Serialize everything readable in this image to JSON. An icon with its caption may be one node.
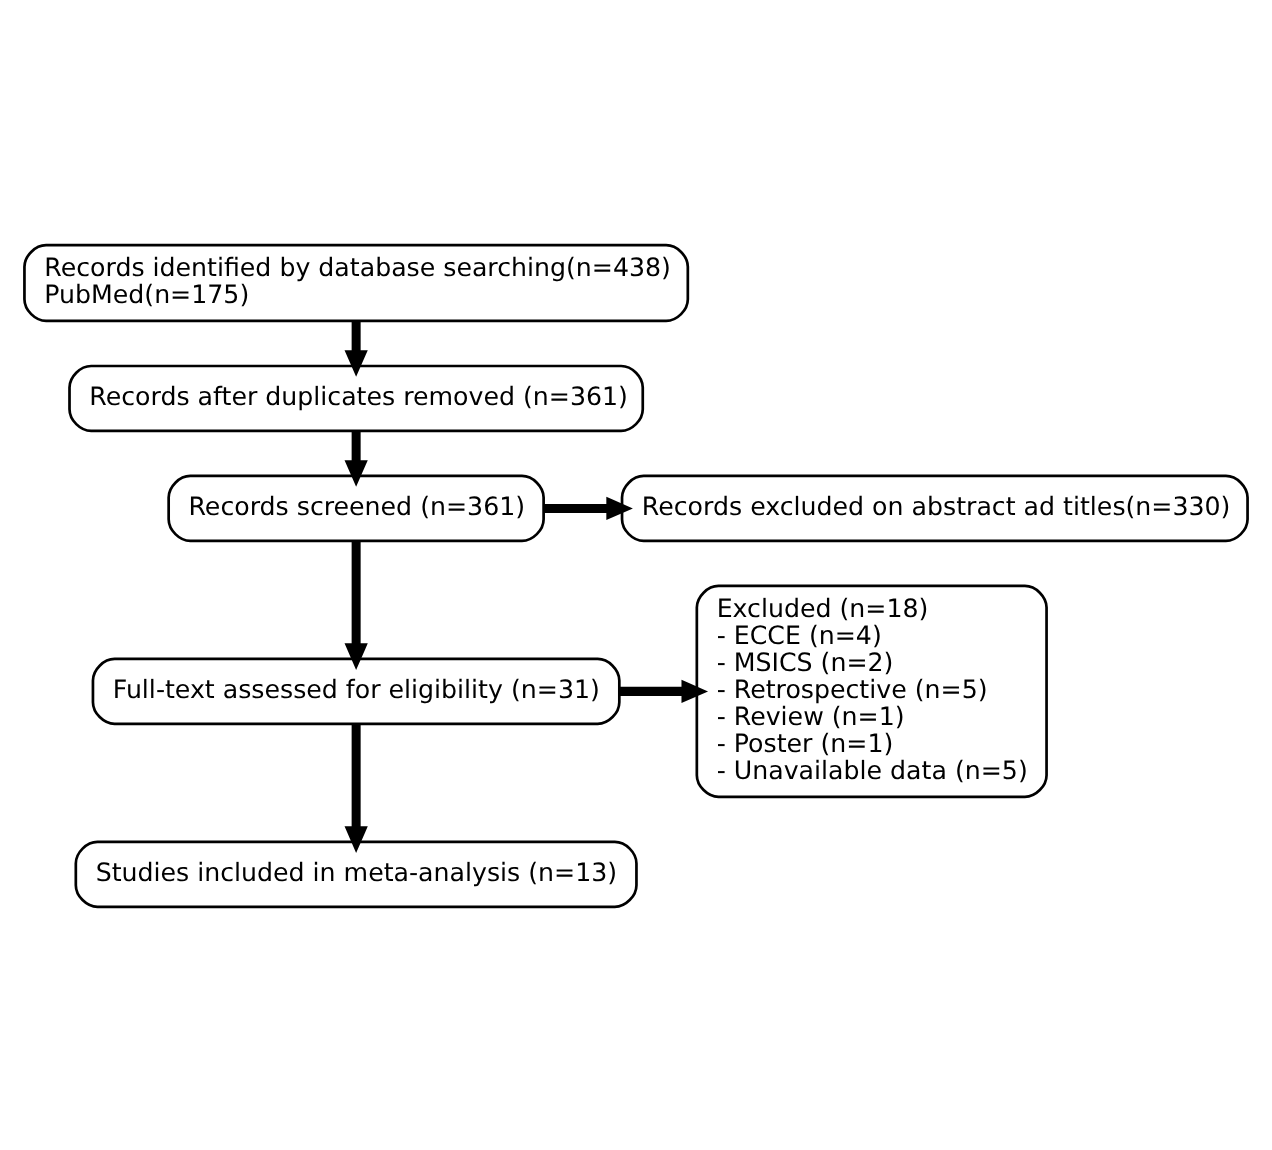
{
  "diagram": {
    "nodes": [
      {
        "text": [
          "Records identified by database searching(n=438)",
          "PubMed(n=175)"
        ]
      },
      {
        "text": [
          "Records after duplicates removed (n=361)"
        ]
      },
      {
        "text": [
          "Records screened (n=361)"
        ]
      },
      {
        "text": [
          "Records excluded on abstract ad titles(n=330)"
        ]
      },
      {
        "text": [
          "Full-text assessed for eligibility (n=31)"
        ]
      },
      {
        "text": [
          "Excluded (n=18)",
          "- ECCE (n=4)",
          "- MSICS (n=2)",
          "- Retrospective (n=5)",
          "- Review (n=1)",
          "- Poster (n=1)",
          "- Unavailable data (n=5)"
        ]
      },
      {
        "text": [
          "Studies included in meta-analysis (n=13)"
        ]
      }
    ],
    "edges": [
      {
        "from": 0,
        "to": 1,
        "arrow": "to"
      },
      {
        "from": 1,
        "to": 2,
        "arrow": "to"
      },
      {
        "from": 2,
        "to": 3,
        "arrow": "to"
      },
      {
        "from": 2,
        "to": 4,
        "arrow": "to"
      },
      {
        "from": 4,
        "to": 5,
        "arrow": "to"
      },
      {
        "from": 4,
        "to": 6,
        "arrow": "to"
      }
    ]
  }
}
